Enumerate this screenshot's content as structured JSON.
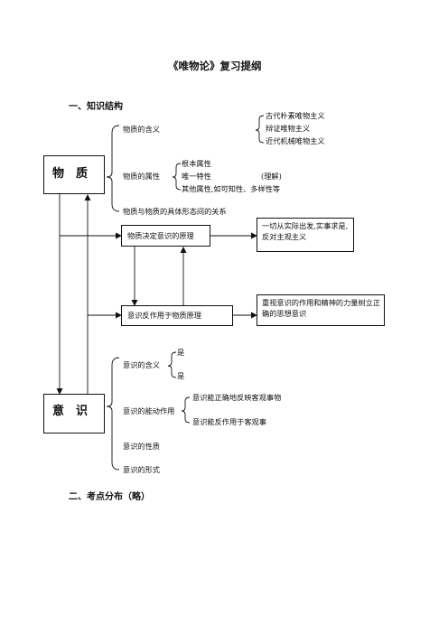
{
  "title": "《唯物论》复习提纲",
  "section1": "一、知识结构",
  "section2": "二、考点分布（略）",
  "matter": {
    "label": "物　质",
    "meaning": "物质的含义",
    "meaning_items": [
      "古代朴素唯物主义",
      "辩证唯物主义",
      "近代机械唯物主义"
    ],
    "attribute": "物质的属性",
    "attribute_items": [
      "根本属性",
      "唯一特性",
      "其他属性,如可知性、多样性等"
    ],
    "attribute_note": "(理解)",
    "relation": "物质与物质的具体形态间的关系"
  },
  "middle": {
    "principle1": "物质决定意识的原理",
    "principle1_result": "一切从实际出发,实事求是,反对主观主义",
    "principle2": "意识反作用于物质原理",
    "principle2_result": "重视意识的作用和精神的力量树立正确的思想意识"
  },
  "consciousness": {
    "label": "意　识",
    "meaning": "意识的含义",
    "meaning_items": [
      "是",
      "是"
    ],
    "active": "意识的能动作用",
    "active_items": [
      "意识能正确地反映客观事物",
      "意识能反作用于客观事"
    ],
    "nature": "意识的性质",
    "form": "意识的形式"
  }
}
